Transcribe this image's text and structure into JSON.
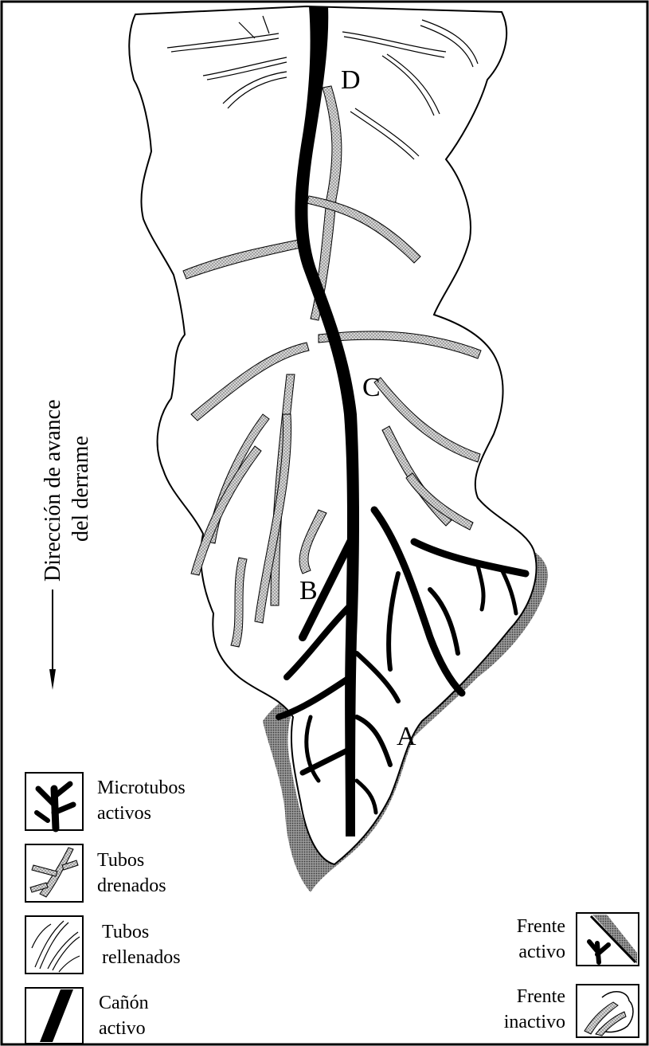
{
  "diagram": {
    "zone_labels": [
      "A",
      "B",
      "C",
      "D"
    ],
    "axis_label": {
      "line1": "Dirección de avance",
      "line2": "del derrame"
    },
    "legend": {
      "microtubos": {
        "line1": "Microtubos",
        "line2": "activos"
      },
      "drenados": {
        "line1": "Tubos",
        "line2": "drenados"
      },
      "rellenados": {
        "line1": "Tubos",
        "line2": "rellenados"
      },
      "canon": {
        "line1": "Cañón",
        "line2": "activo"
      },
      "frente_activo": {
        "line1": "Frente",
        "line2": "activo"
      },
      "frente_inactivo": {
        "line1": "Frente",
        "line2": "inactivo"
      }
    },
    "colors": {
      "active": "#000000",
      "drained": "#bcbcbc",
      "filled": "#ffffff",
      "front_active": "#8a8a8a",
      "line": "#000000",
      "background": "#ffffff"
    }
  }
}
